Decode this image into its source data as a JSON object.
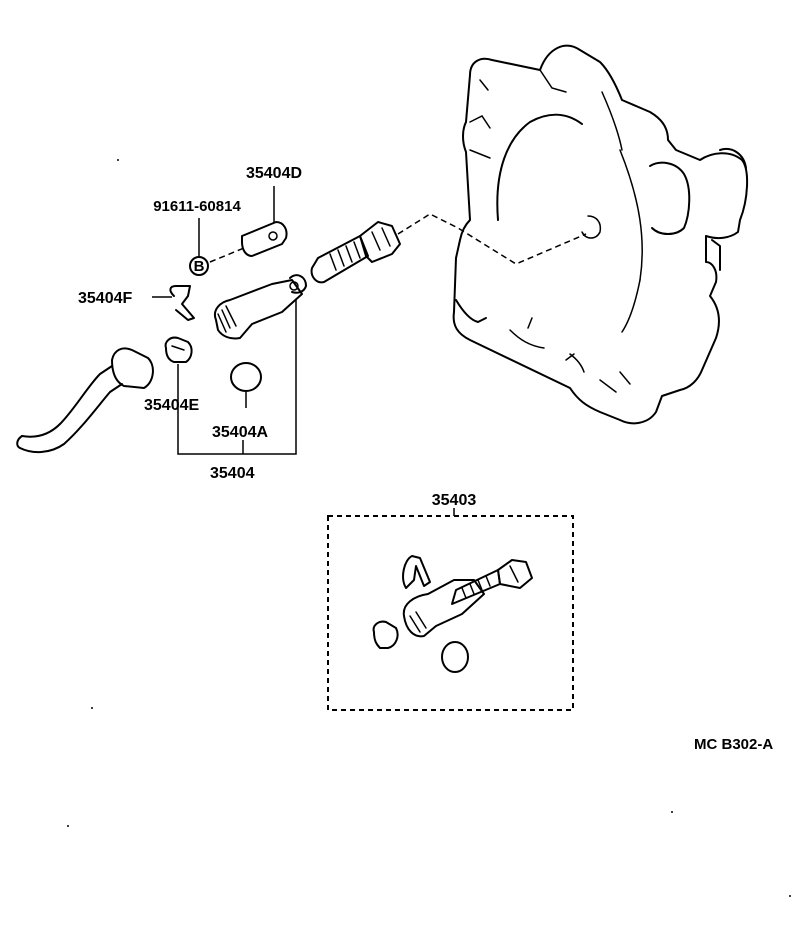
{
  "labels": {
    "p35404D": "35404D",
    "p91611": "91611-60814",
    "p35404F": "35404F",
    "p35404E": "35404E",
    "p35404A": "35404A",
    "p35404": "35404",
    "p35403": "35403",
    "diagramCode": "MC B302-A",
    "boltSymbol": "B"
  }
}
